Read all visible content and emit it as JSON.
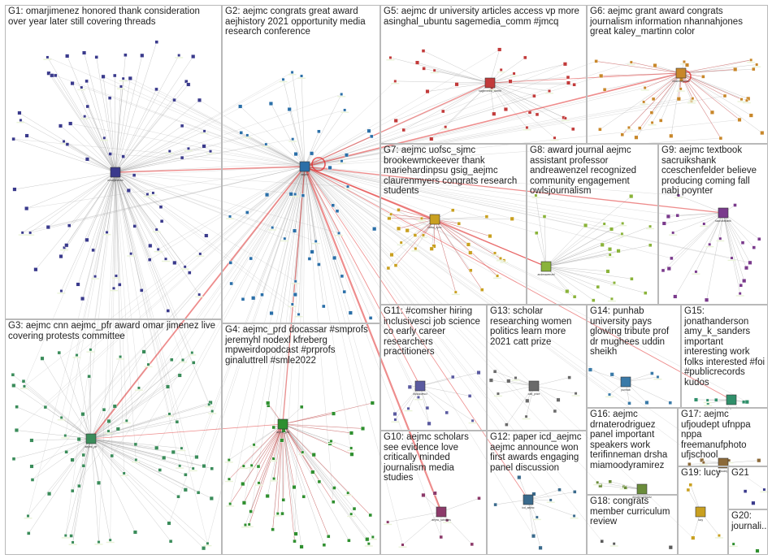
{
  "graph": {
    "groups": [
      {
        "id": "G1",
        "label": "G1: omarjimenez honored thank consideration over year later still covering threads",
        "color": "#3a3a8c"
      },
      {
        "id": "G2",
        "label": "G2: aejmc congrats great award aejhistory 2021 opportunity media research conference",
        "color": "#2b6fa8"
      },
      {
        "id": "G5",
        "label": "G5: aejmc dr university articles access vp more asinghal_ubuntu sagemedia_comm #jmcq",
        "color": "#c23a3a"
      },
      {
        "id": "G6",
        "label": "G6: aejmc grant award congrats journalism information nhannahjones great kaley_martinn color",
        "color": "#c8872a"
      },
      {
        "id": "G7",
        "label": "G7: aejmc uofsc_sjmc brookewmckeever thank mariehardinpsu gsig_aejmc claurenmyers congrats research students",
        "color": "#c9a020"
      },
      {
        "id": "G8",
        "label": "G8: award journal aejmc assistant professor andreawenzel recognized community engagement owlsjournalism",
        "color": "#8ab33a"
      },
      {
        "id": "G9",
        "label": "G9: aejmc textbook sacruikshank cceschenfelder believe producing coming fall nabj poynter",
        "color": "#7a3a8c"
      },
      {
        "id": "G3",
        "label": "G3: aejmc cnn aejmc_pfr award omar jimenez live covering protests committee",
        "color": "#3a8c5a"
      },
      {
        "id": "G4",
        "label": "G4: aejmc_prd docassar #smprofs jeremyhl nodexl kfreberg mpweirdopodcast #prprofs ginaluttrell #smle2022",
        "color": "#2f8f2f"
      },
      {
        "id": "G11",
        "label": "G11: #comsher hiring inclusivesci job science co early career researchers practitioners",
        "color": "#5a5aa0"
      },
      {
        "id": "G13",
        "label": "G13: scholar researching women politics learn more 2021 catt prize",
        "color": "#6a6a6a"
      },
      {
        "id": "G14",
        "label": "G14: punhab university pays glowing tribute prof dr mughees uddin sheikh",
        "color": "#3a7aa8"
      },
      {
        "id": "G15",
        "label": "G15: jonathanderson amy_k_sanders important interesting work folks interested #foi #publicrecords kudos",
        "color": "#2f8f6a"
      },
      {
        "id": "G10",
        "label": "G10: aejmc scholars see evidence love critically minded journalism media studies",
        "color": "#8c3a6a"
      },
      {
        "id": "G12",
        "label": "G12: paper icd_aejmc aejmc announce won first awards engaging panel discussion",
        "color": "#3a6a8c"
      },
      {
        "id": "G16",
        "label": "G16: aejmc drnaterodriguez panel important speakers work terifinneman drsha miamoodyramirez",
        "color": "#6a8c3a"
      },
      {
        "id": "G17",
        "label": "G17: aejmc ufjoudept ufnppa nppa freemanufphoto ufjschool",
        "color": "#8c6a3a"
      },
      {
        "id": "G18",
        "label": "G18: congrats member curriculum review",
        "color": "#5a5a5a"
      },
      {
        "id": "G19",
        "label": "G19: lucy",
        "color": "#c9a020"
      },
      {
        "id": "G21",
        "label": "G21",
        "color": "#3a3a8c"
      },
      {
        "id": "G20",
        "label": "G20: journali...",
        "color": "#2f8f2f"
      }
    ],
    "hubs": [
      {
        "group": "G1",
        "name": "omarjimenez"
      },
      {
        "group": "G2",
        "name": "aejmc"
      },
      {
        "group": "G3",
        "name": "aejmc_pfr"
      },
      {
        "group": "G4",
        "name": "aejmc_prd"
      },
      {
        "group": "G5",
        "name": "sagemedia_comm"
      },
      {
        "group": "G6",
        "name": "nhannahjones"
      },
      {
        "group": "G7",
        "name": "uofsc_sjmc"
      },
      {
        "group": "G8",
        "name": "andreawenzel"
      },
      {
        "group": "G9",
        "name": "sacruikshank"
      },
      {
        "group": "G10",
        "name": "aejmc_scholars"
      },
      {
        "group": "G11",
        "name": "inclusivesci"
      },
      {
        "group": "G12",
        "name": "icd_aejmc"
      },
      {
        "group": "G13",
        "name": "catt_prize"
      },
      {
        "group": "G14",
        "name": "punhab"
      },
      {
        "group": "G15",
        "name": "amy_k_sanders"
      },
      {
        "group": "G16",
        "name": "drnaterodriguez"
      },
      {
        "group": "G17",
        "name": "ufjoudept"
      },
      {
        "group": "G19",
        "name": "lucy"
      }
    ],
    "colors": {
      "edge_gray": "#9a9a9a",
      "edge_red": "#e03030",
      "box_border": "#b9b9b9",
      "background": "#ffffff"
    }
  }
}
